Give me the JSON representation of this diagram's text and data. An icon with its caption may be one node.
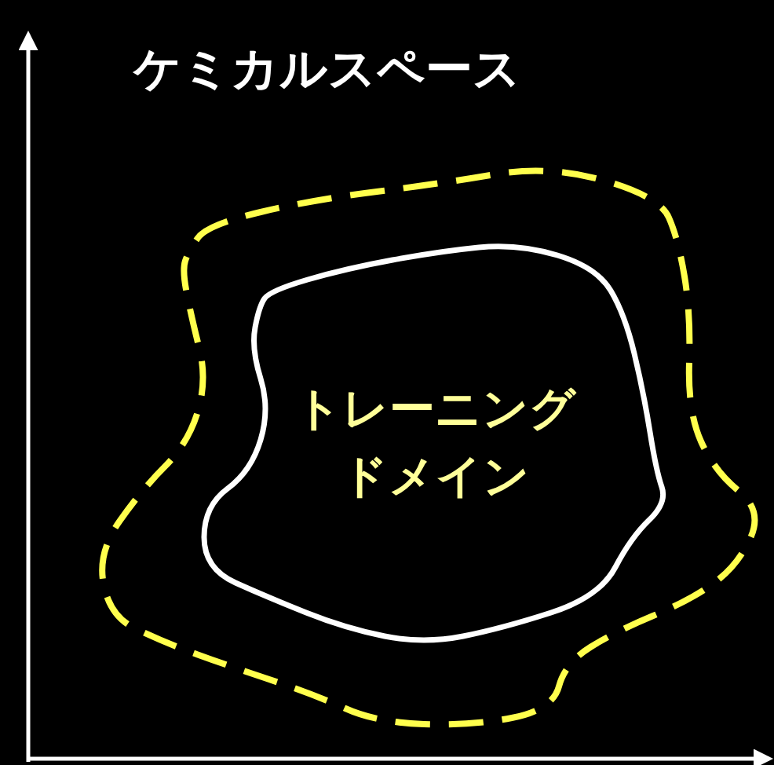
{
  "diagram": {
    "title": "ケミカルスペース",
    "nodes": [
      {
        "text": [],
        "shape": "blob"
      },
      {
        "text": [
          "トレーニングドメイン"
        ],
        "in": 0
      }
    ]
  }
}
